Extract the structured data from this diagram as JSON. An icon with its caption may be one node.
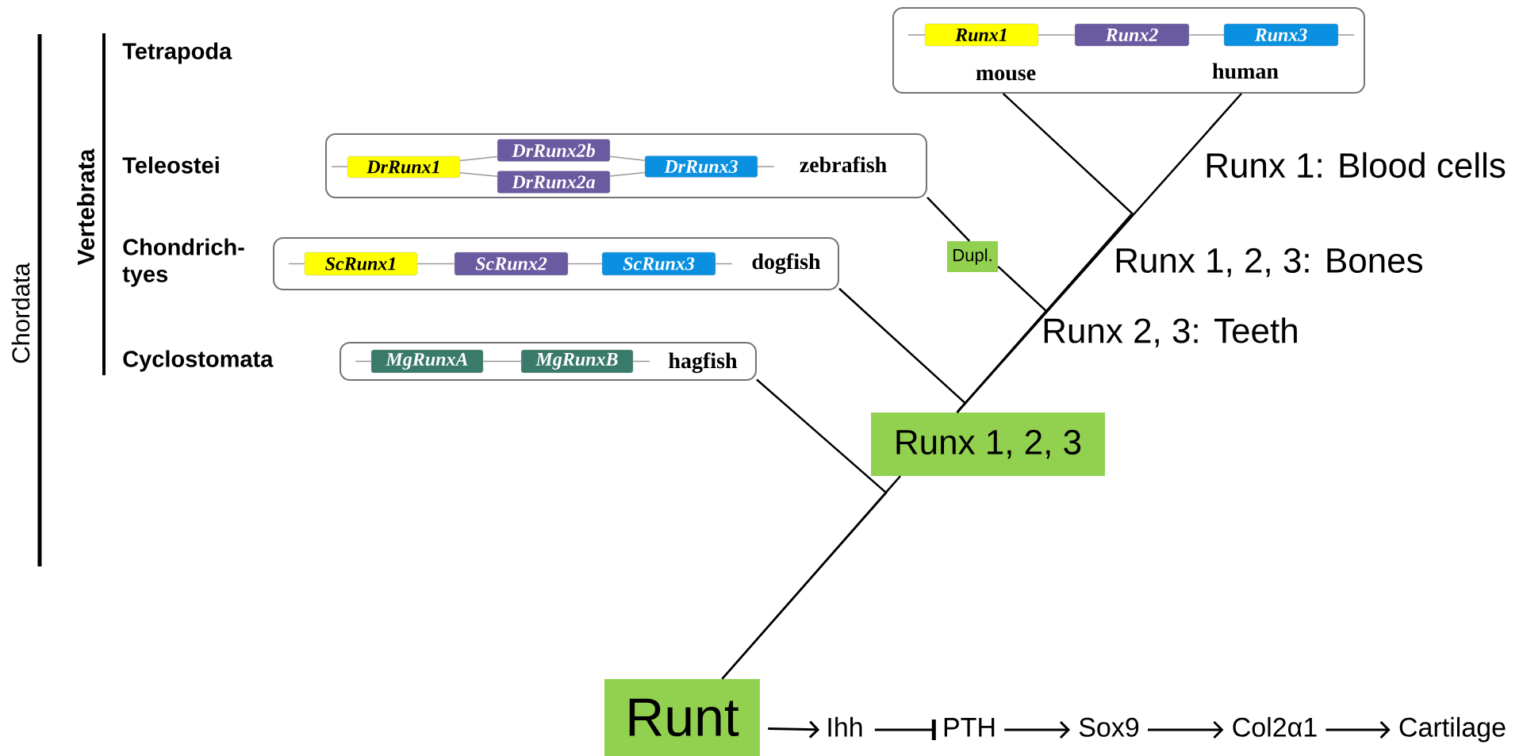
{
  "diagram": {
    "nodes": [
      {
        "text": [
          "mouse",
          "human"
        ]
      },
      {
        "text": [
          "Runx1"
        ],
        "in": 0
      },
      {
        "text": [
          "Runx2"
        ],
        "in": 0
      },
      {
        "text": [
          "Runx3"
        ],
        "in": 0
      },
      {
        "text": [
          "zebrafish"
        ]
      },
      {
        "text": [
          "DrRunx1"
        ],
        "in": 4
      },
      {
        "text": [
          "DrRunx2b"
        ],
        "in": 4
      },
      {
        "text": [
          "DrRunx2a"
        ],
        "in": 4
      },
      {
        "text": [
          "DrRunx3"
        ],
        "in": 4
      },
      {
        "text": [
          "Dupl."
        ]
      },
      {
        "text": [
          "dogfish"
        ]
      },
      {
        "text": [
          "ScRunx1"
        ],
        "in": 10
      },
      {
        "text": [
          "ScRunx2"
        ],
        "in": 10
      },
      {
        "text": [
          "ScRunx3"
        ],
        "in": 10
      },
      {
        "text": [
          "hagfish"
        ]
      },
      {
        "text": [
          "MgRunxA"
        ],
        "in": 14
      },
      {
        "text": [
          "MgRunxB"
        ],
        "in": 14
      },
      {
        "text": [
          "Runx 1, 2, 3"
        ]
      },
      {
        "text": [
          "Runt"
        ]
      },
      {
        "text": [
          "Ihh"
        ]
      },
      {
        "text": [
          "PTH"
        ]
      },
      {
        "text": [
          "Sox9"
        ]
      },
      {
        "text": [
          "Col2α1"
        ]
      },
      {
        "text": [
          "Cartilage"
        ]
      }
    ],
    "edges": [
      {
        "from": 18,
        "to": 17,
        "arrow": "none"
      },
      {
        "from": 14,
        "to": 18,
        "arrow": "none"
      },
      {
        "from": 17,
        "to": 10,
        "arrow": "none"
      },
      {
        "from": 17,
        "to": 9,
        "arrow": "none"
      },
      {
        "from": 9,
        "to": 4,
        "arrow": "none"
      },
      {
        "from": 17,
        "to": 0,
        "arrow": "none"
      },
      {
        "from": 17,
        "to": 0,
        "arrow": "none"
      },
      {
        "from": 18,
        "to": 19,
        "arrow": "to"
      },
      {
        "from": 19,
        "to": 20,
        "arrow": "other"
      },
      {
        "from": 20,
        "to": 21,
        "arrow": "to"
      },
      {
        "from": 21,
        "to": 22,
        "arrow": "to"
      },
      {
        "from": 22,
        "to": 23,
        "arrow": "to"
      },
      {
        "from": 1,
        "to": 2,
        "arrow": "none",
        "color": "#999999"
      },
      {
        "from": 2,
        "to": 3,
        "arrow": "none",
        "color": "#999999"
      },
      {
        "from": 5,
        "to": 6,
        "arrow": "none",
        "color": "#999999"
      },
      {
        "from": 5,
        "to": 7,
        "arrow": "none",
        "color": "#999999"
      },
      {
        "from": 6,
        "to": 8,
        "arrow": "none",
        "color": "#999999"
      },
      {
        "from": 7,
        "to": 8,
        "arrow": "none",
        "color": "#999999"
      },
      {
        "from": 11,
        "to": 12,
        "arrow": "none",
        "color": "#999999"
      },
      {
        "from": 12,
        "to": 13,
        "arrow": "none",
        "color": "#999999"
      },
      {
        "from": 15,
        "to": 16,
        "arrow": "none",
        "color": "#999999"
      }
    ],
    "labels": [
      "Chordata",
      "Vertebrata",
      "Tetrapoda",
      "Teleostei",
      "Chondrich- tyes",
      "Cyclostomata",
      "Runx 1: Blood cells",
      "Runx 1, 2, 3: Bones",
      "Runx 2, 3: Teeth"
    ]
  }
}
